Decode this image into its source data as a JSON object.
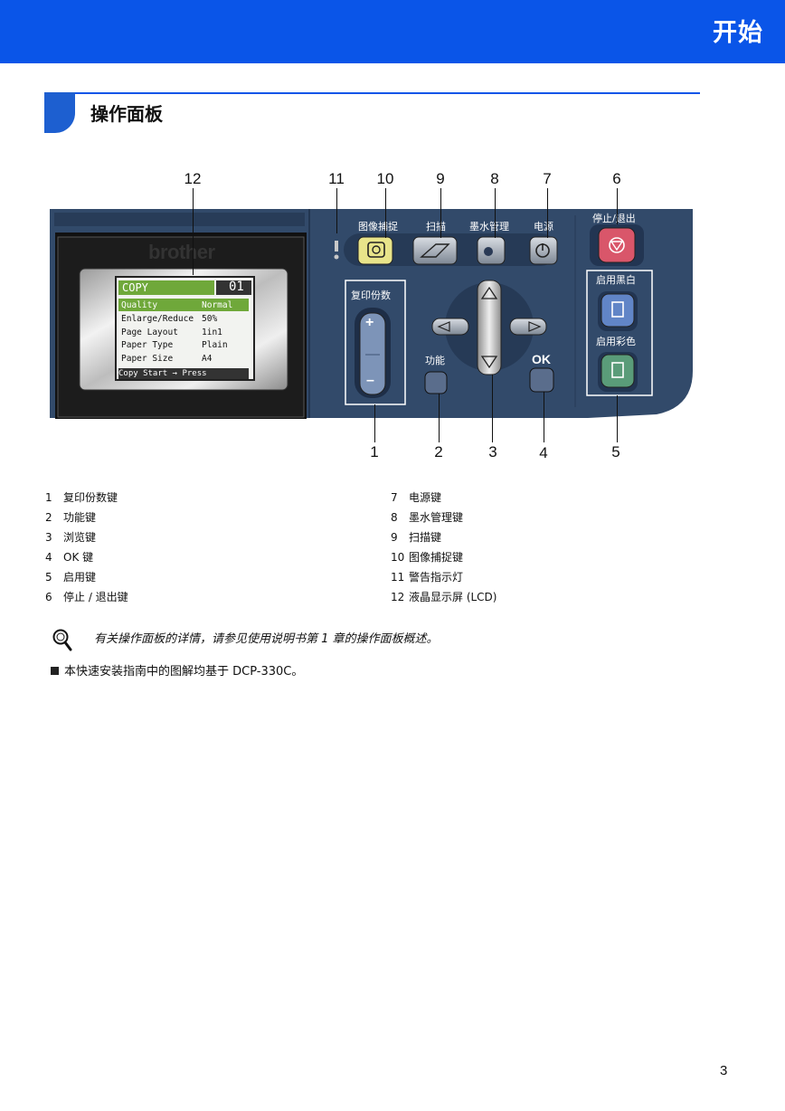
{
  "header": {
    "section": "开始"
  },
  "section_title": "操作面板",
  "panel": {
    "brand": "brother",
    "lcd": {
      "mode": "COPY",
      "copies": "01",
      "rows": [
        {
          "label": "Quality",
          "value": "Normal"
        },
        {
          "label": "Enlarge/Reduce",
          "value": "50%"
        },
        {
          "label": "Page Layout",
          "value": "1in1"
        },
        {
          "label": "Paper Type",
          "value": "Plain"
        },
        {
          "label": "Paper Size",
          "value": "A4"
        }
      ],
      "footer": "Copy Start → Press"
    },
    "labels": {
      "photo_capture": "图像捕捉",
      "scan": "扫描",
      "ink": "墨水管理",
      "power": "电源",
      "stop": "停止/退出",
      "copies": "复印份数",
      "menu": "功能",
      "ok": "OK",
      "mono": "启用黑白",
      "color": "启用彩色",
      "plus": "+",
      "minus": "–"
    },
    "callouts_top": [
      "12",
      "11",
      "10",
      "9",
      "8",
      "7",
      "6"
    ],
    "callouts_bottom": [
      "1",
      "2",
      "3",
      "4",
      "5"
    ]
  },
  "legend_left": [
    {
      "num": "1",
      "text": "复印份数键"
    },
    {
      "num": "2",
      "text": "功能键"
    },
    {
      "num": "3",
      "text": "浏览键"
    },
    {
      "num": "4",
      "text": "OK 键"
    },
    {
      "num": "5",
      "text": "启用键"
    },
    {
      "num": "6",
      "text": "停止 / 退出键"
    }
  ],
  "legend_right": [
    {
      "num": "7",
      "text": "电源键"
    },
    {
      "num": "8",
      "text": "墨水管理键"
    },
    {
      "num": "9",
      "text": "扫描键"
    },
    {
      "num": "10",
      "text": "图像捕捉键"
    },
    {
      "num": "11",
      "text": "警告指示灯"
    },
    {
      "num": "12",
      "text": "液晶显示屏 (LCD)"
    }
  ],
  "note": "有关操作面板的详情，请参见使用说明书第 1 章的操作面板概述。",
  "bullet": "本快速安装指南中的图解均基于 DCP-330C。",
  "page_number": "3",
  "colors": {
    "accent": "#0a55e8",
    "panel": "#324a6a",
    "lcd_green": "#6fa83a"
  }
}
